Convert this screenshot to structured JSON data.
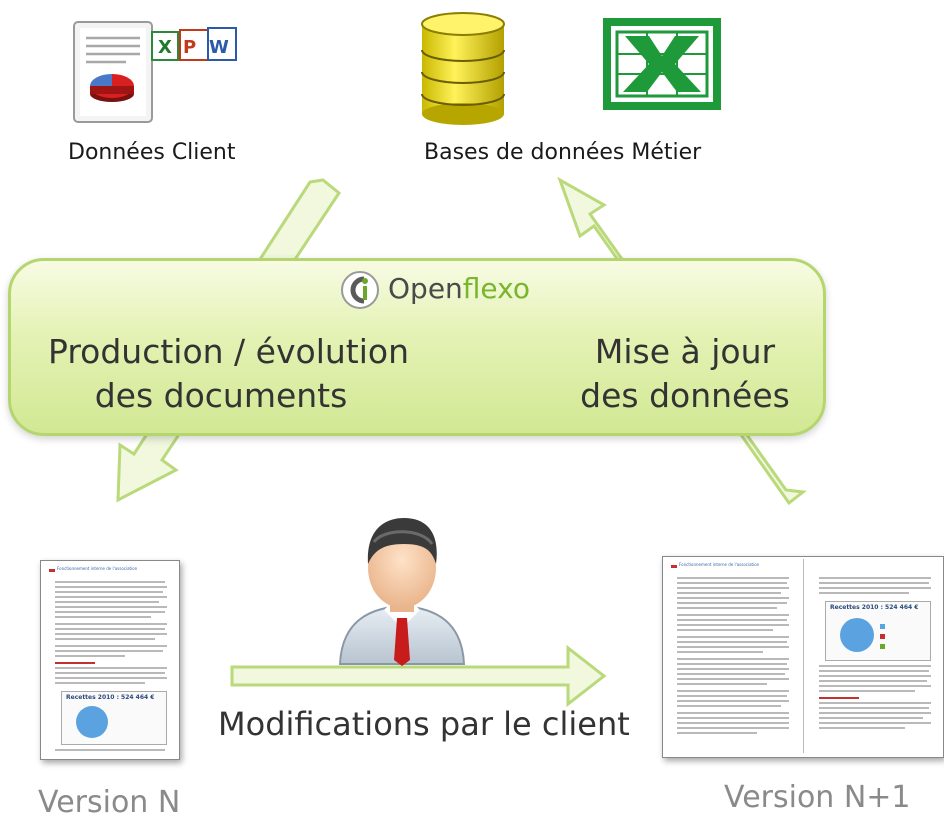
{
  "top": {
    "client_label": "Données Client",
    "db_label": "Bases de données Métier"
  },
  "banner": {
    "brand_open": "Open",
    "brand_flexo": "flexo",
    "left_text_line1": "Production / évolution",
    "left_text_line2": "des documents",
    "right_text_line1": "Mise à jour",
    "right_text_line2": "des données"
  },
  "bottom": {
    "modifications_label": "Modifications par le client",
    "version_n": "Version N",
    "version_n1": "Version N+1",
    "doc_header": "Fonctionnement interne de l'association",
    "doc_chart_title": "Recettes 2010 : 524 464 €"
  },
  "colors": {
    "arrow": "#b9d97a",
    "banner_border": "#b5d66e",
    "excel_green": "#1f9a3b",
    "db_yellow": "#e8d800",
    "pie_blue": "#5ba3e0",
    "tie_red": "#c81c1c"
  },
  "icons": [
    "document-chart-icon",
    "excel-icon-small",
    "powerpoint-icon",
    "word-icon",
    "database-icon",
    "excel-icon",
    "user-avatar-icon",
    "openflexo-logo-icon"
  ]
}
